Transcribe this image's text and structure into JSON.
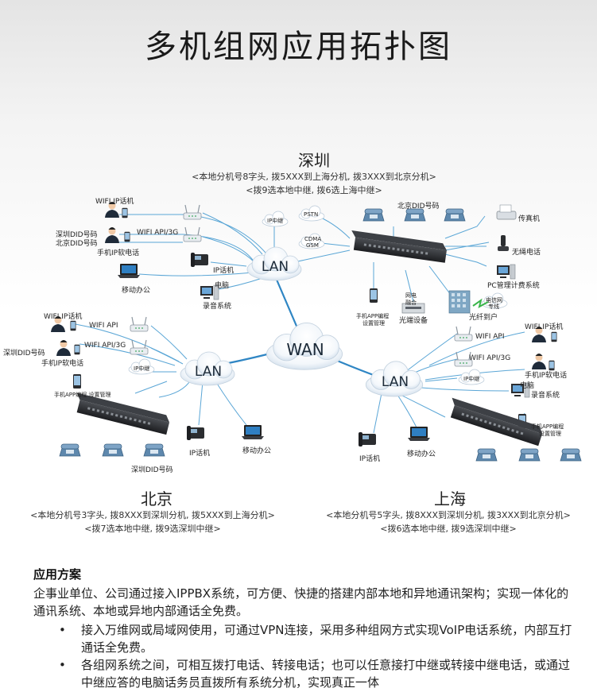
{
  "title": "多机组网应用拓扑图",
  "shenzhen": {
    "name": "深圳",
    "note1": "<本地分机号8字头, 拨5XXX到上海分机, 拨3XXX到北京分机>",
    "note2": "<拨9选本地中继, 拨6选上海中继>",
    "labels": {
      "wifi_phone": "WIFI IP话机",
      "did_sz": "深圳DID号码",
      "did_bj": "北京DID号码",
      "wifi_api": "WIFI API/3G",
      "soft_phone": "手机IP软电话",
      "ip_phone": "IP话机",
      "mobile_office": "移动办公",
      "computer": "电脑",
      "recording": "录音系统",
      "ip_trunk": "IP中继",
      "pstn": "PSTN",
      "cdma_gsm_1": "CDMA",
      "cdma_gsm_2": "GSM",
      "did_top": "北京DID号码",
      "fax": "传真机",
      "cordless": "无绳电话",
      "pc_billing": "PC管理计费系统",
      "app_mgmt_1": "手机APP编程",
      "app_mgmt_2": "设置管理",
      "fiber_1": "网电",
      "fiber_2": "融合",
      "optical": "光端设备",
      "fiber_home": "光纤到户",
      "telecom_1": "电信网",
      "telecom_2": "专线"
    }
  },
  "beijing": {
    "name": "北京",
    "note1": "<本地分机号3字头, 拨8XXX到深圳分机, 拨5XXX到上海分机>",
    "note2": "<拨7选本地中继, 拨9选深圳中继>",
    "labels": {
      "wifi_phone": "WIFI IP话机",
      "wifi_api": "WIFI API",
      "did_sz": "深圳DID号码",
      "wifi_api_3g": "WIFI API/3G",
      "soft_phone": "手机IP软电话",
      "ip_trunk": "IP中继",
      "app_mgmt": "手机APP编程 设置管理",
      "ip_phone": "IP话机",
      "mobile_office": "移动办公",
      "did_bottom": "深圳DID号码"
    }
  },
  "shanghai": {
    "name": "上海",
    "note1": "<本地分机号5字头, 拨8XXX到深圳分机, 拨3XXX到北京分机>",
    "note2": "<拨6选本地中继, 拨9选深圳中继>",
    "labels": {
      "wifi_phone": "WIFI IP话机",
      "wifi_api": "WIFI API",
      "wifi_api_3g": "WIFI API/3G",
      "soft_phone": "手机IP软电话",
      "ip_trunk": "IP中继",
      "computer": "电脑",
      "recording": "录音系统",
      "app_mgmt_1": "手机APP编程",
      "app_mgmt_2": "设置管理",
      "ip_phone": "IP话机",
      "mobile_office": "移动办公"
    }
  },
  "clouds": {
    "lan": "LAN",
    "wan": "WAN",
    "ip_trunk": "IP中继"
  },
  "solution": {
    "heading": "应用方案",
    "intro": "企事业单位、公司通过接入IPPBX系统，可方便、快捷的搭建内部本地和异地通讯架构；实现一体化的通讯系统、本地或异地内部通话全免费。",
    "bullets": [
      "接入万维网或局域网使用，可通过VPN连接，采用多种组网方式实现VoIP电话系统，内部互打通话全免费。",
      "各组网系统之间，可相互拨打电话、转接电话；也可以任意接打中继或转接中继电话，或通过中继应答的电脑话务员直拨所有系统分机，实现真正一体"
    ]
  },
  "colors": {
    "link": "#5aa6d6",
    "wan_link": "#2f86c4",
    "device": "#2b2d30",
    "cloud_text": "#1c2a38"
  },
  "icons": [
    "router-icon",
    "ip-phone-icon",
    "desk-phone-icon",
    "person-icon",
    "laptop-icon",
    "computer-icon",
    "fax-icon",
    "cordless-phone-icon",
    "mobile-phone-icon",
    "pbx-server-icon",
    "cloud-icon",
    "building-icon"
  ]
}
